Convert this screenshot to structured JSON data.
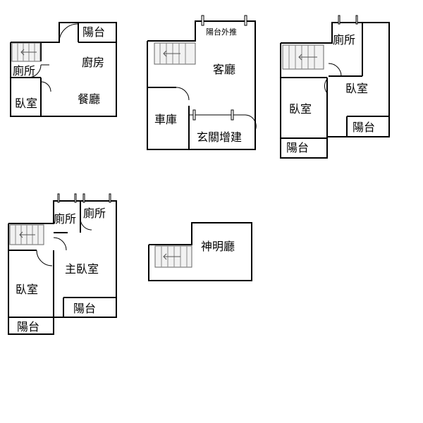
{
  "floors": [
    {
      "labels": {
        "balcony": "陽台",
        "kitchen": "廚房",
        "toilet": "廁所",
        "bedroom": "臥室",
        "dining": "餐廳"
      }
    },
    {
      "labels": {
        "balcony_push": "陽台外推",
        "living": "客廳",
        "garage": "車庫",
        "entrance": "玄關增建"
      }
    },
    {
      "labels": {
        "toilet": "廁所",
        "bedroom_main": "臥室",
        "bedroom_left": "臥室",
        "balcony_right": "陽台",
        "balcony_bottom": "陽台"
      }
    },
    {
      "labels": {
        "toilet_left": "廁所",
        "toilet_right": "廁所",
        "master_bedroom": "主臥室",
        "bedroom": "臥室",
        "balcony_right": "陽台",
        "balcony_left": "陽台"
      }
    },
    {
      "labels": {
        "shrine": "神明廳"
      }
    }
  ]
}
